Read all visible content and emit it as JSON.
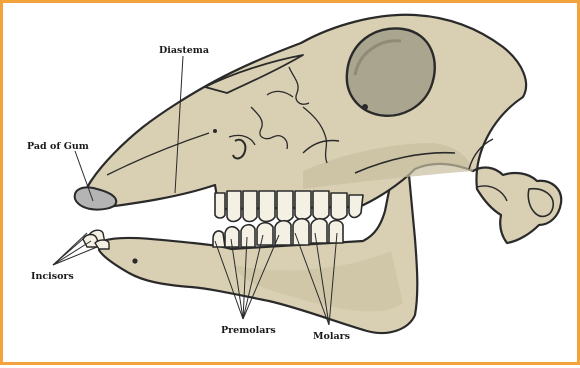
{
  "colors": {
    "frame": "#f4a23c",
    "bone": "#d9d0b4",
    "bone_shadow": "#c8bf9f",
    "eye_socket": "#a9a58f",
    "gum_pad": "#b4b4b4",
    "tooth": "#f4f1e4",
    "outline": "#2a2a2a"
  },
  "labels": {
    "diastema": "Diastema",
    "pad_of_gum": "Pad of Gum",
    "incisors": "Incisors",
    "premolars": "Premolars",
    "molars": "Molars"
  }
}
